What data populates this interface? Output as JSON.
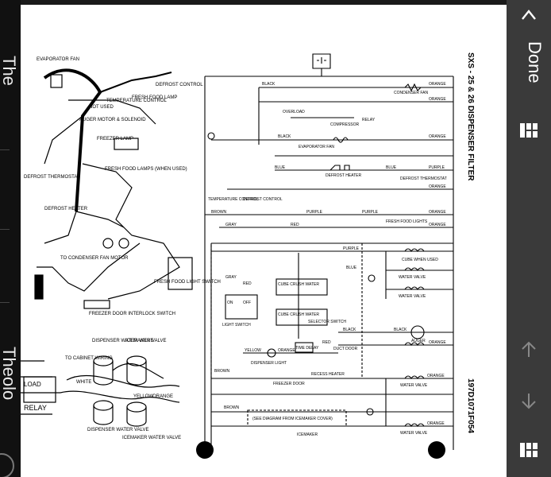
{
  "left_strip": {
    "texts": [
      "The",
      "Theolo"
    ]
  },
  "toolbar": {
    "done_label": "Done"
  },
  "document": {
    "title": "SXS - 25 & 26 DISPENSER FILTER",
    "part_number": "197D1071F054",
    "left_labels": {
      "evap_fan": "EVAPORATOR FAN",
      "defrost_control": "DEFROST CONTROL",
      "fresh_food_lamp": "FRESH FOOD LAMP",
      "not_used": "NOT USED",
      "temp_control": "TEMPERATURE CONTROL",
      "auger_motor": "AUGER MOTOR & SOLENOID",
      "freezer_lamp": "FREEZER LAMP",
      "defrost_thermostat": "DEFROST THERMOSTAT",
      "defrost_heater": "DEFROST HEATER",
      "fresh_food_lamps": "FRESH FOOD LAMPS (WHEN USED)",
      "condenser_fan_motor": "TO CONDENSER FAN MOTOR",
      "fresh_food_light_switch": "FRESH FOOD LIGHT SWITCH",
      "freezer_door_switch": "FREEZER DOOR INTERLOCK SWITCH",
      "dispenser_valve": "DISPENSER WATER VALVE",
      "icemaker_valve_top": "ICEMAKER VALVE",
      "to_cabinet_wiring": "TO CABINET WIRING",
      "white": "WHITE",
      "yellow": "YELLOW",
      "orange": "ORANGE",
      "dispenser_water_valve": "DISPENSER WATER VALVE",
      "icemaker_water_valve": "ICEMAKER WATER VALVE",
      "relay": "RELAY",
      "load": "LOAD"
    },
    "schematic_labels": {
      "black": "BLACK",
      "orange": "ORANGE",
      "condenser_fan": "CONDENSER FAN",
      "overload": "OVERLOAD",
      "compressor": "COMPRESSOR",
      "relay": "RELAY",
      "evaporator_fan": "EVAPORATOR FAN",
      "blue": "BLUE",
      "defrost_heater": "DEFROST HEATER",
      "defrost_thermostat": "DEFROST THERMOSTAT",
      "temperature_control": "TEMPERATURE CONTROL",
      "defrost_control": "DEFROST CONTROL",
      "brown": "BROWN",
      "purple": "PURPLE",
      "fresh_food_lights": "FRESH FOOD LIGHTS",
      "gray": "GRAY",
      "red": "RED",
      "cube_crush_water": "CUBE CRUSH WATER",
      "light_switch": "LIGHT SWITCH",
      "selector_switch": "SELECTOR SWITCH",
      "time_delay": "TIME DELAY",
      "yellow": "YELLOW",
      "dispenser_light": "DISPENSER LIGHT",
      "recess_heater": "RECESS HEATER",
      "freezer_door": "FREEZER DOOR",
      "cube_when_used": "CUBE WHEN USED",
      "water_valve": "WATER VALVE",
      "auger": "AUGER",
      "duct_door": "DUCT DOOR",
      "icemaker_note": "(SEE DIAGRAM FROM ICEMAKER COVER)",
      "icemaker": "ICEMAKER",
      "on": "ON",
      "off": "OFF"
    }
  }
}
